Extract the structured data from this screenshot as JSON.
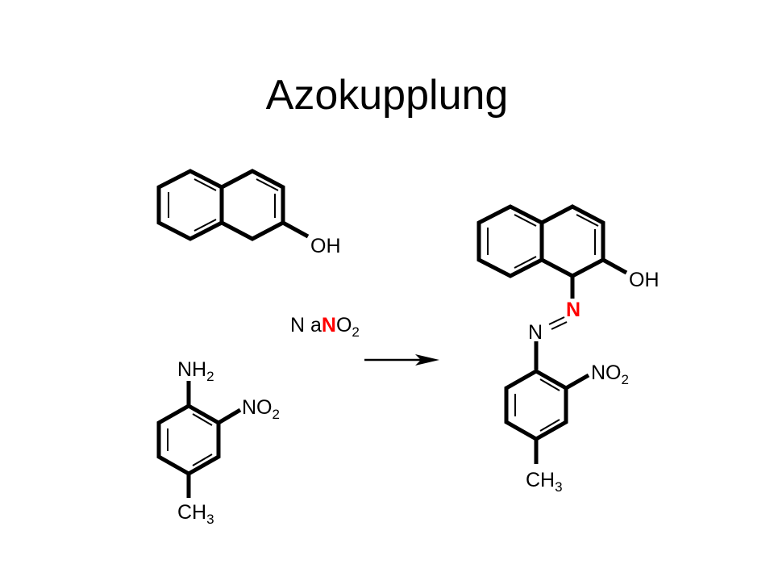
{
  "title": "Azokupplung",
  "colors": {
    "nitrogen_highlight": "#ff0000",
    "bond": "#000000"
  },
  "reactant_naphthol": {
    "oh": "OH"
  },
  "reagent": {
    "prefix": "N a",
    "n_highlight": "N",
    "o": "O",
    "o_sub": "2"
  },
  "reactant_aniline": {
    "amine_n": "NH",
    "amine_sub": "2",
    "nitro_n": "NO",
    "nitro_sub": "2",
    "methyl_c": "CH",
    "methyl_sub": "3"
  },
  "product": {
    "oh": "OH",
    "azo_n_top": "N",
    "azo_n_bottom": "N",
    "nitro_n": "NO",
    "nitro_sub": "2",
    "methyl_c": "CH",
    "methyl_sub": "3"
  }
}
